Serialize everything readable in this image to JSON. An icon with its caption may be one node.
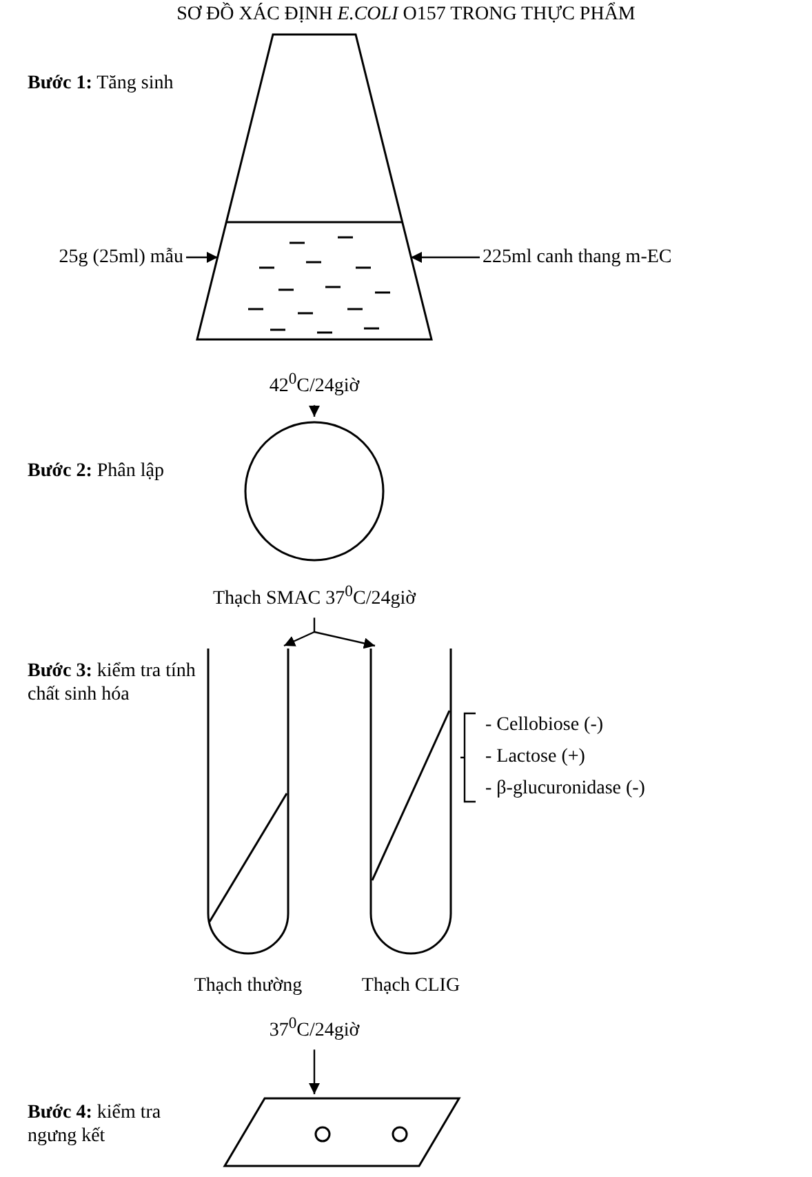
{
  "diagram": {
    "title": "SƠ ĐỒ XÁC ĐỊNH *E.COLI* O157 TRONG THỰC PHẨM",
    "nodes": [
      {
        "text": [],
        "shape": "flask",
        "beside": [
          "42$^{0}$C/24giờ"
        ]
      },
      {
        "text": [
          "25g (25ml) mẫu"
        ]
      },
      {
        "text": [
          "225ml canh thang m-EC"
        ]
      },
      {
        "text": [],
        "shape": "circle",
        "beside": [
          "Thạch SMAC 37$^{0}$C/24giờ"
        ]
      },
      {
        "text": [],
        "shape": "tube",
        "beside": [
          "Thạch thường"
        ]
      },
      {
        "text": [],
        "shape": "tube",
        "beside": [
          "Thạch CLIG"
        ]
      },
      {
        "text": [
          "37$^{0}$C/24giờ"
        ]
      },
      {
        "text": [],
        "shape": "slide"
      }
    ],
    "edges": [
      {
        "from": 1,
        "to": 0,
        "arrow": "to"
      },
      {
        "from": 2,
        "to": 0,
        "arrow": "to"
      },
      {
        "from": 0,
        "to": 3,
        "arrow": "to"
      },
      {
        "from": 3,
        "to": 4,
        "arrow": "to"
      },
      {
        "from": 3,
        "to": 5,
        "arrow": "to"
      },
      {
        "from": 6,
        "to": 7,
        "arrow": "to"
      }
    ],
    "labels": [
      "**Bước 1:** Tăng sinh",
      "**Bước 2:** Phân lập",
      "**Bước 3:** kiểm tra tính chất sinh hóa",
      "- Cellobiose (-)",
      "- Lactose (+)",
      "- β-glucuronidase (-)",
      "**Bước 4:** kiểm tra ngưng kết"
    ]
  }
}
